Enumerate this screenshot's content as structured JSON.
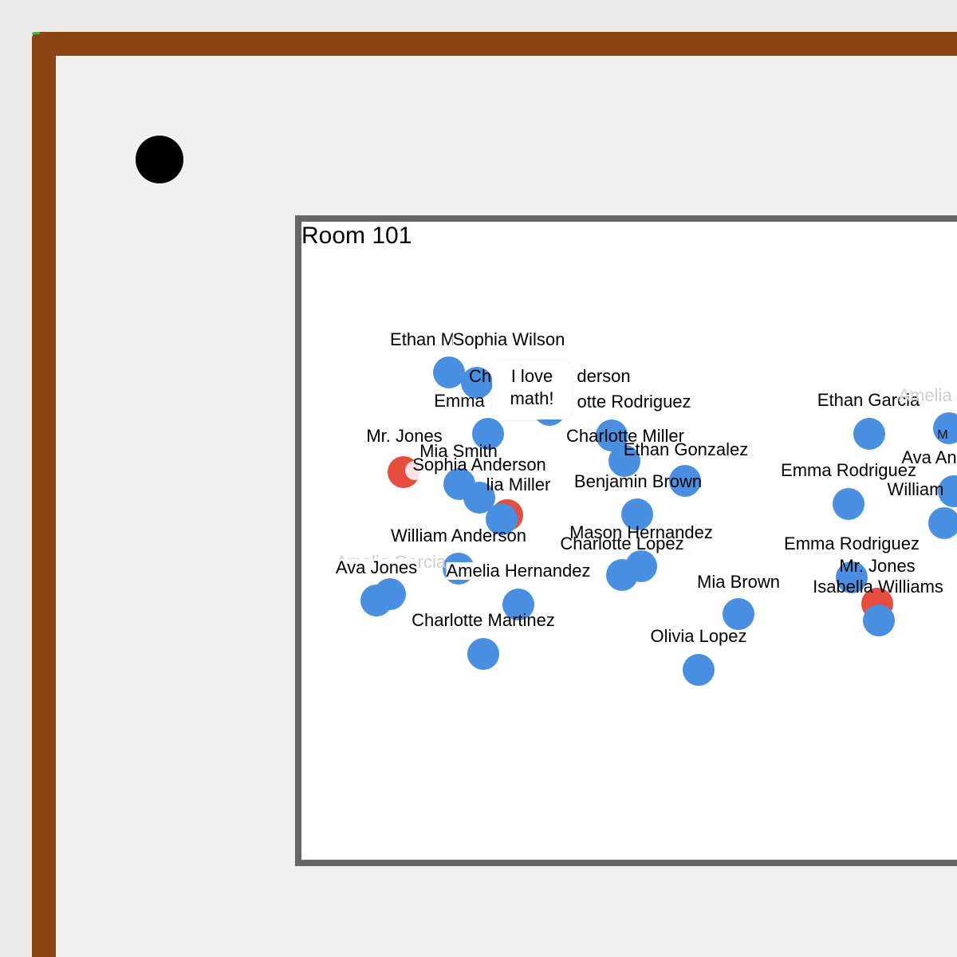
{
  "room": {
    "title": "Room 101"
  },
  "bubble": {
    "line1": "I love",
    "line2": "math!"
  },
  "names": [
    "Ethan M",
    "Sophia Wilson",
    "Ch",
    "derson",
    "Emma",
    "otte Rodriguez",
    "Mr. Jones",
    "Mia Smith",
    "Sophia Anderson",
    "lia Miller",
    "Charlotte Miller",
    "Ethan Gonzalez",
    "Benjamin Brown",
    "William Anderson",
    "Amelia Garcia",
    "Ava Jones",
    "Amelia Hernandez",
    "Mason Hernandez",
    "Charlotte Lopez",
    "Charlotte Martinez",
    "Mia Brown",
    "Olivia Lopez",
    "Ethan Garcia",
    "Amelia",
    "Emma Rodriguez",
    "Ava An",
    "William",
    "Emma Rodriguez",
    "Mr. Jones",
    "Isabella Williams",
    "M"
  ]
}
